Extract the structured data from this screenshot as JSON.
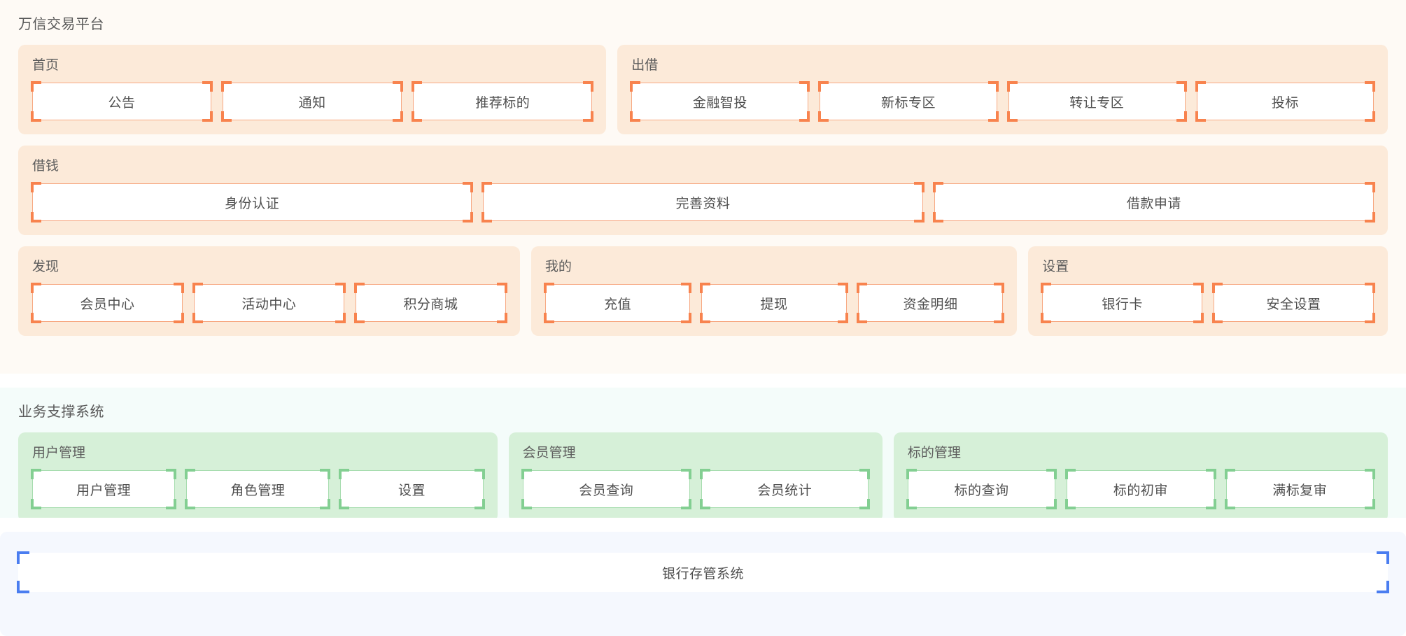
{
  "sections": [
    {
      "id": "platform",
      "title": "万信交易平台",
      "accent": "#f8834e",
      "background": "#fefaf5",
      "card_background": "#fcead9",
      "rows": [
        {
          "cards": [
            {
              "title": "首页",
              "items": [
                "公告",
                "通知",
                "推荐标的"
              ]
            },
            {
              "title": "出借",
              "items": [
                "金融智投",
                "新标专区",
                "转让专区",
                "投标"
              ]
            }
          ]
        },
        {
          "cards": [
            {
              "title": "借钱",
              "items": [
                "身份认证",
                "完善资料",
                "借款申请"
              ]
            }
          ]
        },
        {
          "cards": [
            {
              "title": "发现",
              "items": [
                "会员中心",
                "活动中心",
                "积分商城"
              ]
            },
            {
              "title": "我的",
              "items": [
                "充值",
                "提现",
                "资金明细"
              ]
            },
            {
              "title": "设置",
              "items": [
                "银行卡",
                "安全设置"
              ]
            }
          ]
        }
      ]
    },
    {
      "id": "support",
      "title": "业务支撑系统",
      "accent": "#83cf92",
      "background": "#f4fcfa",
      "card_background": "#d6f0d8",
      "rows": [
        {
          "cards": [
            {
              "title": "用户管理",
              "items": [
                "用户管理",
                "角色管理",
                "设置"
              ]
            },
            {
              "title": "会员管理",
              "items": [
                "会员查询",
                "会员统计"
              ]
            },
            {
              "title": "标的管理",
              "items": [
                "标的查询",
                "标的初审",
                "满标复审"
              ]
            }
          ]
        }
      ]
    },
    {
      "id": "bank",
      "title": "",
      "accent": "#4a7df0",
      "background": "#f5f8fe",
      "bar_label": "银行存管系统"
    }
  ]
}
